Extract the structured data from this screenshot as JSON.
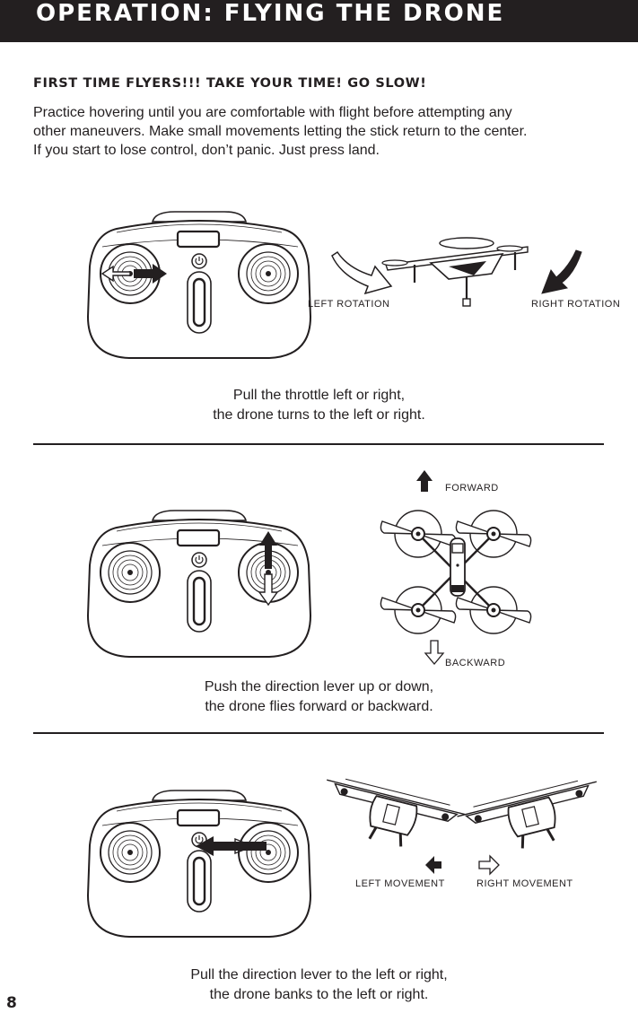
{
  "header": {
    "title": "OPERATION: FLYING THE DRONE"
  },
  "intro": {
    "heading": "FIRST TIME FLYERS!!! TAKE YOUR TIME! GO SLOW!",
    "lines": [
      "Practice hovering until you are comfortable with flight before attempting any",
      "other maneuvers.  Make small movements letting the stick return to the center.",
      "If you start to lose control, don’t panic.  Just press land."
    ]
  },
  "sections": [
    {
      "labels": {
        "left": "LEFT ROTATION",
        "right": "RIGHT ROTATION"
      },
      "caption": [
        "Pull the throttle left or right,",
        "the drone turns to the left or right."
      ]
    },
    {
      "labels": {
        "forward": "FORWARD",
        "backward": "BACKWARD"
      },
      "caption": [
        "Push the direction lever up or down,",
        "the drone flies forward or backward."
      ]
    },
    {
      "labels": {
        "left": "LEFT MOVEMENT",
        "right": "RIGHT MOVEMENT"
      },
      "caption": [
        "Pull the direction lever to the left or right,",
        "the drone banks to the left or right."
      ]
    }
  ],
  "page_number": "8",
  "colors": {
    "ink": "#231f20",
    "background": "#ffffff"
  }
}
